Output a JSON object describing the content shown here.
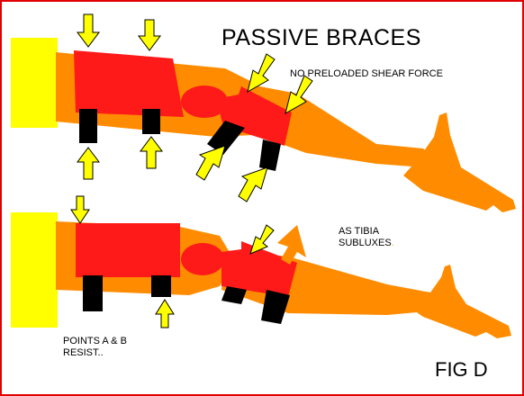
{
  "title": "PASSIVE BRACES",
  "top_note": "NO PRELOADED SHEAR FORCE",
  "bottom_note": {
    "line1": "AS TIBIA",
    "line2": "SUBLUXES",
    "trailing_dot": "."
  },
  "points_note": {
    "line1": "POINTS A & B",
    "line2": "RESIST.."
  },
  "figure_label": "FIG D",
  "colors": {
    "border": "#e00000",
    "skin": "#ff8c00",
    "hip_block": "#ffff00",
    "brace_cuff": "#ff1a1a",
    "strap": "#000000",
    "force_arrow": "#ffff00",
    "subluxation_arrow": "#ff8c00"
  }
}
